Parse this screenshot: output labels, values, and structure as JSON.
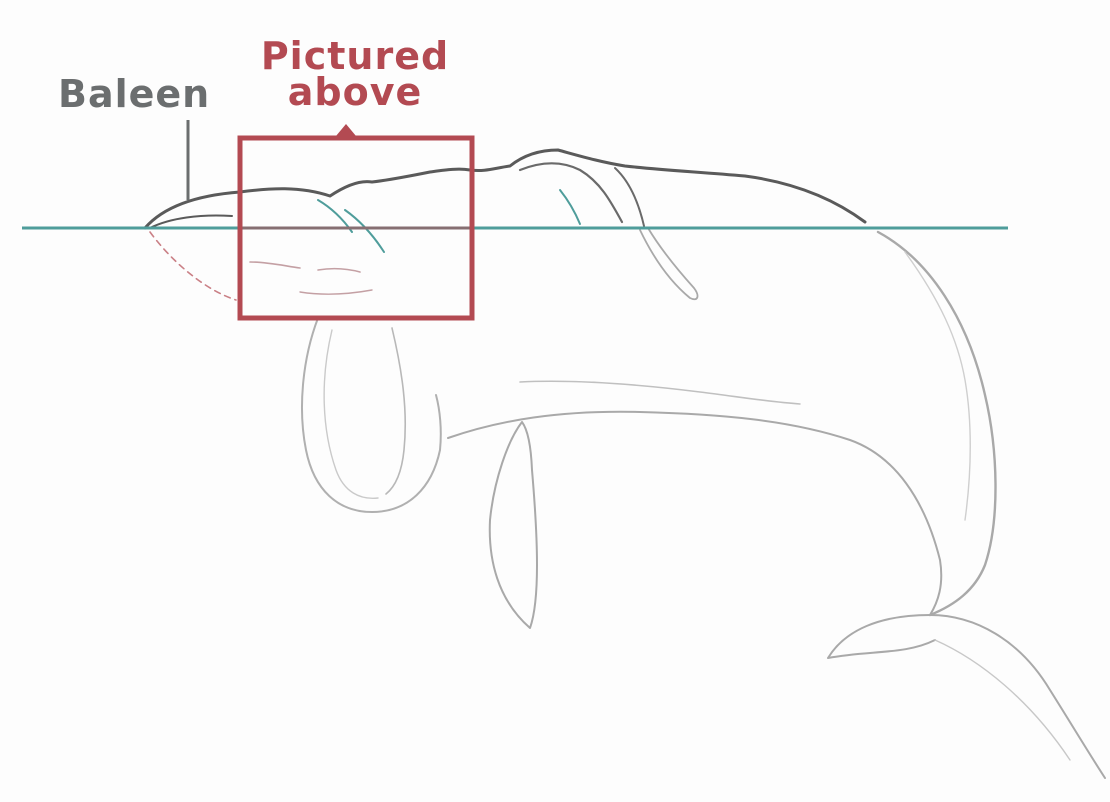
{
  "labels": {
    "baleen": "Baleen",
    "pictured_line1": "Pictured",
    "pictured_line2": "above"
  },
  "colors": {
    "background": "#fdfdfd",
    "baleen_label": "#6b6e6f",
    "highlight": "#b34a52",
    "waterline": "#4f9d9b",
    "whale_outline_dark": "#5a5a5a",
    "whale_outline_light": "#b5b5b5"
  },
  "icons": {
    "subject": "whale-illustration"
  }
}
